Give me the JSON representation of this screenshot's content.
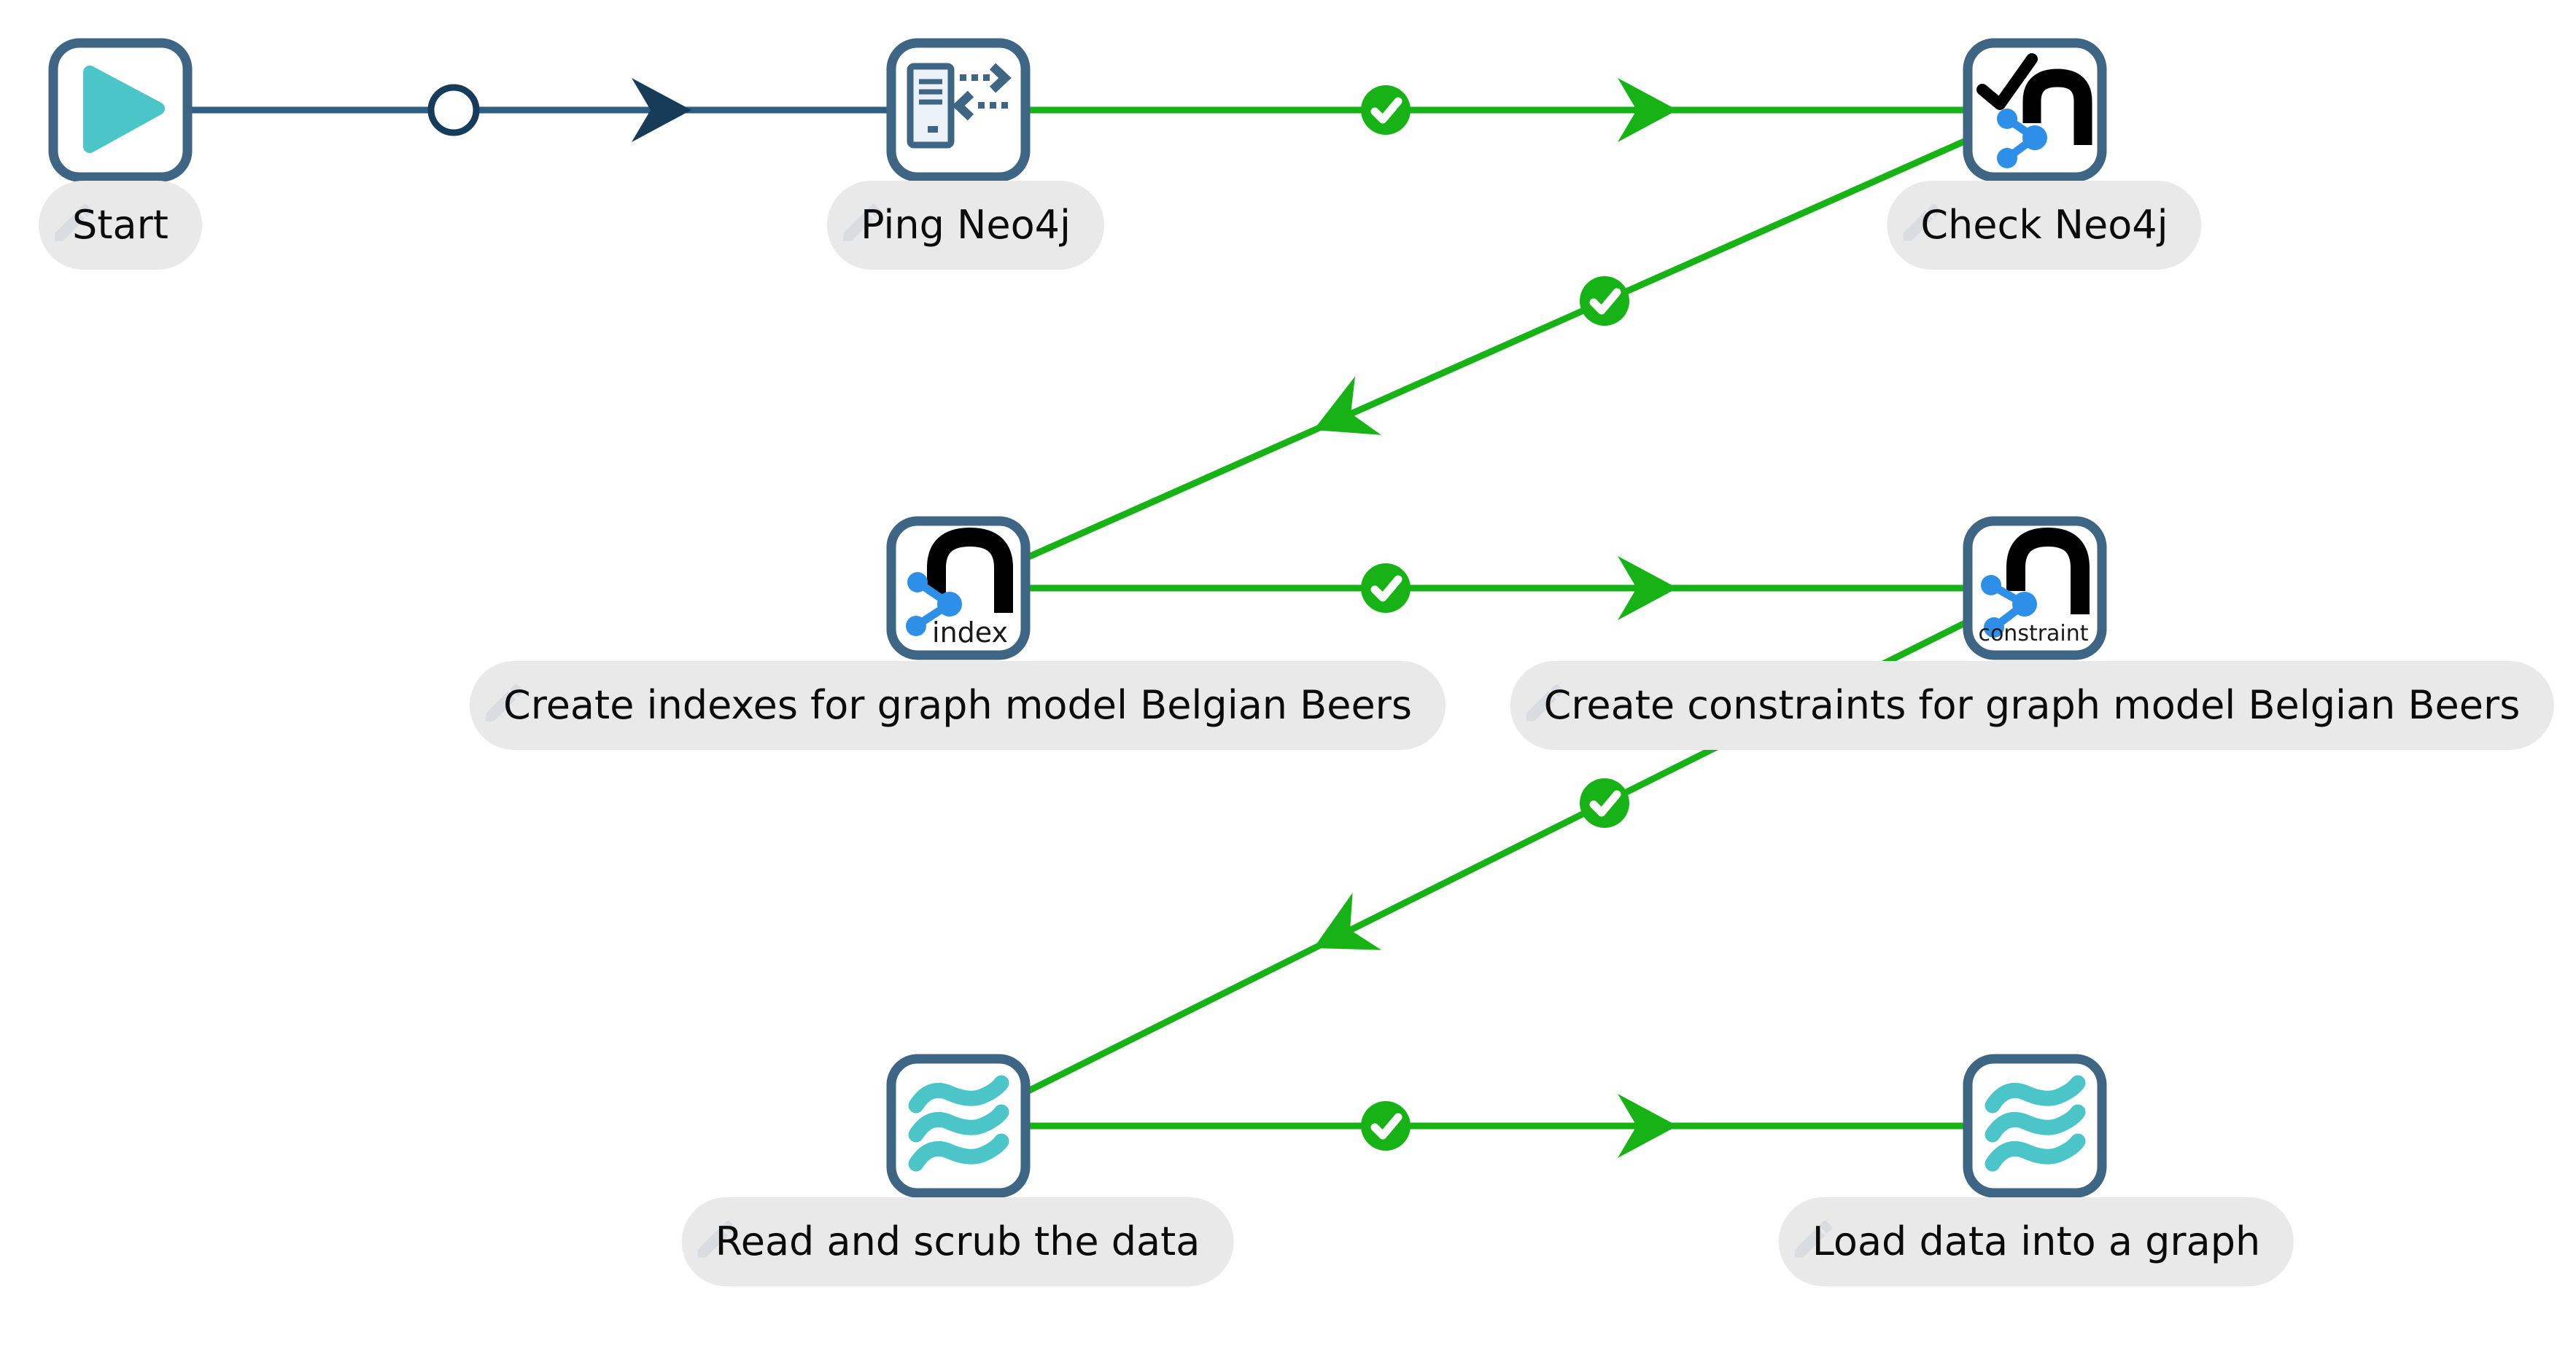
{
  "app": {
    "view": "workflow-canvas"
  },
  "workflow": {
    "nodes": [
      {
        "id": "start",
        "label": "Start",
        "kind": "start",
        "icon": "play-icon"
      },
      {
        "id": "ping-neo4j",
        "label": "Ping Neo4j",
        "kind": "ping-server",
        "icon": "server-ping-icon"
      },
      {
        "id": "check-neo4j",
        "label": "Check Neo4j",
        "kind": "neo4j-check",
        "icon": "neo4j-check-icon"
      },
      {
        "id": "create-indexes",
        "label": "Create indexes for graph model Belgian Beers",
        "kind": "neo4j-index",
        "icon": "neo4j-graph-icon",
        "icon_caption": "index"
      },
      {
        "id": "create-constraints",
        "label": "Create constraints for graph model Belgian Beers",
        "kind": "neo4j-constraint",
        "icon": "neo4j-graph-icon",
        "icon_caption": "constraint"
      },
      {
        "id": "read-scrub",
        "label": "Read and scrub the data",
        "kind": "pipeline",
        "icon": "waves-icon"
      },
      {
        "id": "load-graph",
        "label": "Load data into a graph",
        "kind": "pipeline",
        "icon": "waves-icon"
      }
    ],
    "connections": [
      {
        "from": "Start",
        "to": "Ping Neo4j",
        "status": "unconditional",
        "marker": "circle"
      },
      {
        "from": "Ping Neo4j",
        "to": "Check Neo4j",
        "status": "success",
        "marker": "check"
      },
      {
        "from": "Check Neo4j",
        "to": "Create indexes for graph model Belgian Beers",
        "status": "success",
        "marker": "check"
      },
      {
        "from": "Create indexes for graph model Belgian Beers",
        "to": "Create constraints for graph model Belgian Beers",
        "status": "success",
        "marker": "check"
      },
      {
        "from": "Create constraints for graph model Belgian Beers",
        "to": "Read and scrub the data",
        "status": "success",
        "marker": "check"
      },
      {
        "from": "Read and scrub the data",
        "to": "Load data into a graph",
        "status": "success",
        "marker": "check"
      }
    ]
  },
  "colors": {
    "success_green": "#16b216",
    "hop_navy_line": "#2e5f82",
    "hop_navy_dark": "#173c59",
    "node_border_slate": "#3e6583",
    "icon_fill_light": "#eaf2f8",
    "teal": "#4cc5c9",
    "neo4j_blue": "#2e8fe8",
    "label_pill_bg": "#e9e9e9",
    "pencil_ghost": "#d9dde2",
    "label_text": "#0b0b0b"
  }
}
